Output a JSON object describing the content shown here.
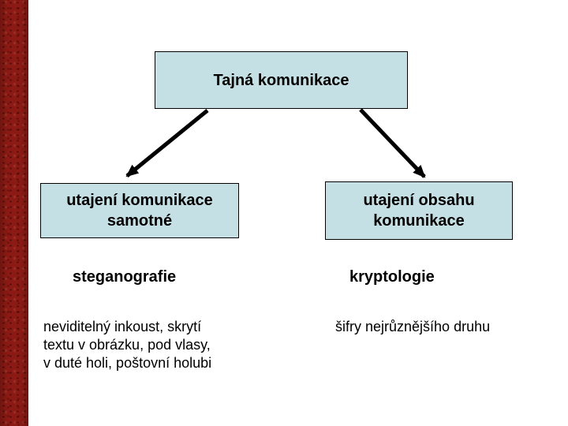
{
  "slide": {
    "colors": {
      "background": "#FFFFFF",
      "accent_bar": "#8C1A14",
      "node_fill": "#C5E0E5",
      "node_border": "#000000",
      "arrow": "#000000",
      "text": "#000000"
    }
  },
  "diagram": {
    "root_label": "Tajná komunikace",
    "branches": [
      {
        "node_lines": [
          "utajení komunikace",
          "samotné"
        ],
        "discipline": "steganografie",
        "example_lines": [
          "neviditelný inkoust, skrytí",
          "textu v obrázku, pod vlasy,",
          "v duté holi, poštovní holubi"
        ]
      },
      {
        "node_lines": [
          "utajení obsahu",
          "komunikace"
        ],
        "discipline": "kryptologie",
        "example_lines": [
          "šifry nejrůznějšího druhu"
        ]
      }
    ]
  }
}
